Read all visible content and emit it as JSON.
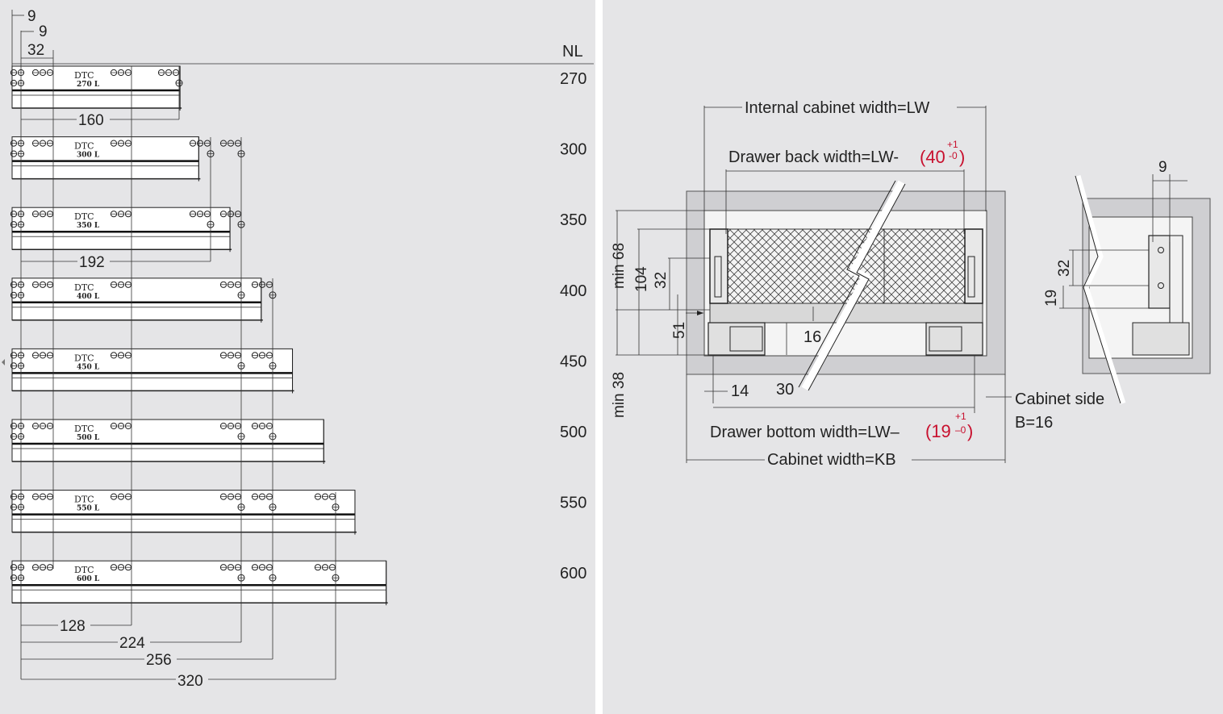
{
  "left": {
    "top_dims": [
      "9",
      "9",
      "32"
    ],
    "nl_header": "NL",
    "rails": [
      {
        "nl": "270",
        "label": "270 L",
        "length": 270
      },
      {
        "nl": "300",
        "label": "300 L",
        "length": 300
      },
      {
        "nl": "350",
        "label": "350 L",
        "length": 350
      },
      {
        "nl": "400",
        "label": "400 L",
        "length": 400
      },
      {
        "nl": "450",
        "label": "450 L",
        "length": 450
      },
      {
        "nl": "500",
        "label": "500 L",
        "length": 500
      },
      {
        "nl": "550",
        "label": "550 L",
        "length": 550
      },
      {
        "nl": "600",
        "label": "600 L",
        "length": 600
      }
    ],
    "brand": "DTC",
    "dim_160": "160",
    "dim_192": "192",
    "bottom_dims": [
      "128",
      "224",
      "256",
      "320"
    ]
  },
  "right": {
    "internal_width": "Internal cabinet width=LW",
    "back_width": "Drawer back width=LW-",
    "back_tol_main": "(40",
    "back_tol_sup": "+1",
    "back_tol_sub": "-0",
    "back_tol_close": ")",
    "bottom_width": "Drawer bottom width=LW–",
    "bottom_tol_main": "(19",
    "bottom_tol_sup": "+1",
    "bottom_tol_sub": "–0",
    "bottom_tol_close": ")",
    "cabinet_width": "Cabinet width=KB",
    "cabinet_side": "Cabinet side",
    "cabinet_side_b": "B=16",
    "min68": "min 68",
    "min38": "min 38",
    "d104": "104",
    "d32": "32",
    "d51": "51",
    "d16": "16",
    "d14": "14",
    "d30": "30",
    "side_9": "9",
    "side_32": "32",
    "side_19": "19"
  }
}
